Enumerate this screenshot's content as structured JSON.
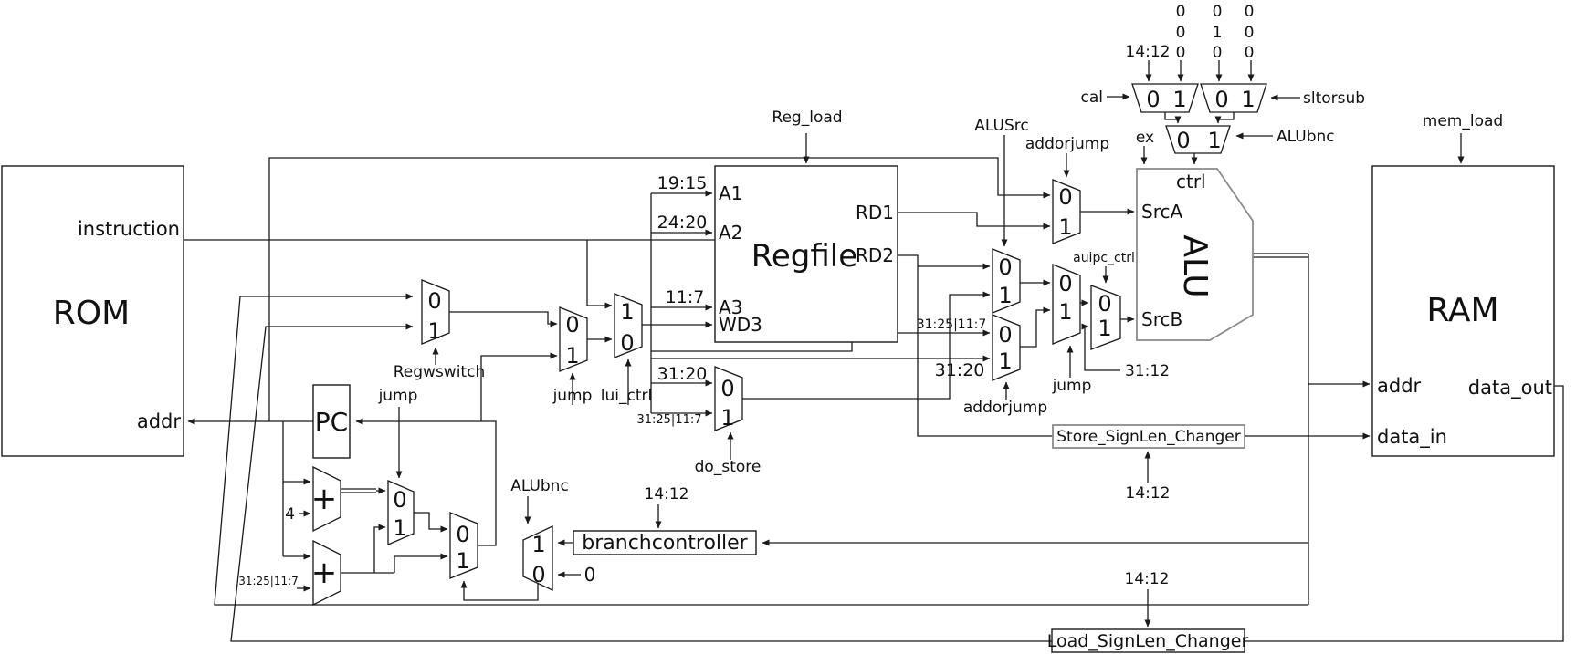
{
  "d": {
    "blocks": {
      "rom": "ROM",
      "ram": "RAM",
      "regfile": "Regfile",
      "pc": "PC",
      "alu": "ALU",
      "branchcontroller": "branchcontroller",
      "store_changer": "Store_SignLen_Changer",
      "load_changer": "Load_SignLen_Changer",
      "adder_plus": "+"
    },
    "ports": {
      "instruction": "instruction",
      "rom_addr": "addr",
      "ram_addr": "addr",
      "data_out": "data_out",
      "data_in": "data_in",
      "a1": "A1",
      "a2": "A2",
      "a3": "A3",
      "wd3": "WD3",
      "rd1": "RD1",
      "rd2": "RD2",
      "srca": "SrcA",
      "srcb": "SrcB",
      "ctrl": "ctrl"
    },
    "signals": {
      "cal": "cal",
      "sltorsub": "sltorsub",
      "alubnc": "ALUbnc",
      "ex": "ex",
      "alusrc": "ALUSrc",
      "addorjump": "addorjump",
      "jump": "jump",
      "lui_ctrl": "lui_ctrl",
      "regwswitch": "Regwswitch",
      "do_store": "do_store",
      "auipc_ctrl": "auipc_ctrl",
      "reg_load": "Reg_load",
      "mem_load": "mem_load"
    },
    "slices": {
      "s14_12": "14:12",
      "s19_15": "19:15",
      "s24_20": "24:20",
      "s11_7": "11:7",
      "s31_20": "31:20",
      "s31_25_11_7": "31:25|11:7",
      "s31_12": "31:12"
    },
    "constants": {
      "zero": "0",
      "one": "1",
      "four": "4"
    },
    "mux": {
      "zero": "0",
      "one": "1"
    },
    "columns": {
      "c1": [
        "0",
        "0",
        "0"
      ],
      "c2": [
        "0",
        "1",
        "0"
      ],
      "c3": [
        "0",
        "0",
        "0"
      ]
    }
  }
}
